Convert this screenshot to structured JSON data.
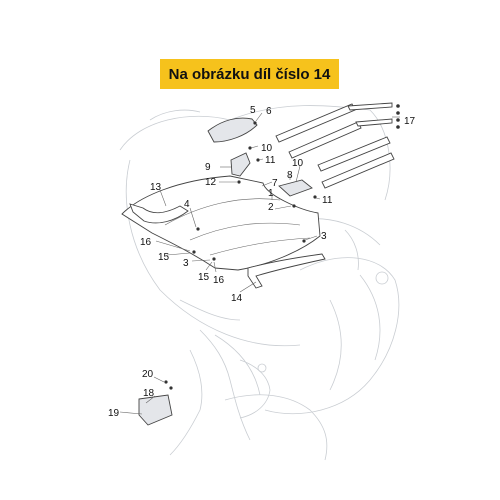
{
  "banner": {
    "text": "Na obrázku díl číslo 14",
    "color": "#f6c21c"
  },
  "callouts": [
    "5",
    "6",
    "17",
    "10",
    "9",
    "11",
    "12",
    "7",
    "10",
    "8",
    "13",
    "4",
    "1",
    "2",
    "11",
    "16",
    "15",
    "3",
    "3",
    "15",
    "16",
    "14",
    "20",
    "18",
    "19"
  ],
  "icons": {
    "fastener": "screw-icon",
    "clip": "clip-icon"
  }
}
